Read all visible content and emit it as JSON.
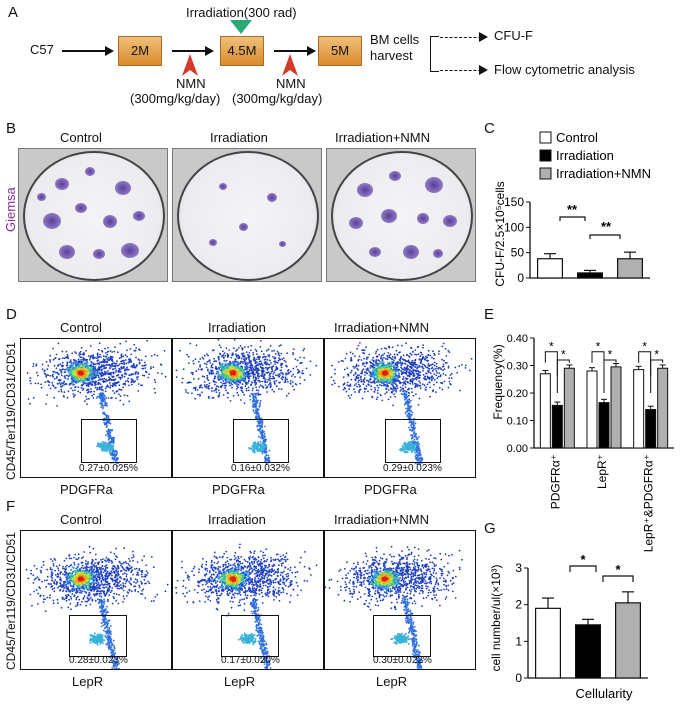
{
  "panels": {
    "A": "A",
    "B": "B",
    "C": "C",
    "D": "D",
    "E": "E",
    "F": "F",
    "G": "G"
  },
  "schema": {
    "strain": "C57",
    "steps": [
      "2M",
      "4.5M",
      "5M"
    ],
    "irradiation": "Irradiation(300 rad)",
    "nmn_label": "NMN",
    "nmn_dose": "(300mg/kg/day)",
    "harvest": [
      "BM cells",
      "harvest"
    ],
    "outcomes": [
      "CFU-F",
      "Flow cytometric analysis"
    ]
  },
  "groups": [
    "Control",
    "Irradiation",
    "Irradiation+NMN"
  ],
  "stain": "Giemsa",
  "colors": {
    "control": "#ffffff",
    "irradiation": "#000000",
    "nmn": "#b0b0b0",
    "nmn_arrow": "#d23a2a",
    "irr_arrow": "#2aa876",
    "stain": "#8b2c9a"
  },
  "flow_d": {
    "ylabel": "CD45/Ter119/CD31/CD51",
    "xlabel": "PDGFRa",
    "percents": [
      "0.27±0.025%",
      "0.16±0.032%",
      "0.29±0.023%"
    ]
  },
  "flow_f": {
    "ylabel": "CD45/Ter119/CD31/CD51",
    "xlabel": "LepR",
    "percents": [
      "0.28±0.023%",
      "0.17±0.020%",
      "0.30±0.022%"
    ]
  },
  "chart_data": [
    {
      "type": "bar",
      "panel": "C",
      "categories": [
        "Control",
        "Irradiation",
        "Irradiation+NMN"
      ],
      "values": [
        38,
        10,
        38
      ],
      "errors": [
        10,
        5,
        13
      ],
      "ylabel": "CFU-F/2.5×10⁵cells",
      "ylim": [
        0,
        150
      ],
      "yticks": [
        "0",
        "50",
        "100",
        "150"
      ],
      "significance": [
        "**",
        "**"
      ],
      "legend": [
        "Control",
        "Irradiation",
        "Irradiation+NMN"
      ]
    },
    {
      "type": "bar",
      "panel": "E",
      "categories": [
        "PDGFRα⁺",
        "LepR⁺",
        "LepR⁺&PDGFRα⁺"
      ],
      "series": [
        {
          "name": "Control",
          "values": [
            0.27,
            0.28,
            0.285
          ]
        },
        {
          "name": "Irradiation",
          "values": [
            0.155,
            0.165,
            0.14
          ]
        },
        {
          "name": "Irradiation+NMN",
          "values": [
            0.29,
            0.295,
            0.29
          ]
        }
      ],
      "ylabel": "Frequency(%)",
      "ylim": [
        0,
        0.4
      ],
      "yticks": [
        "0.00",
        "0.10",
        "0.20",
        "0.30",
        "0.40"
      ],
      "significance": [
        "*",
        "*"
      ]
    },
    {
      "type": "bar",
      "panel": "G",
      "categories": [
        "Control",
        "Irradiation",
        "Irradiation+NMN"
      ],
      "values": [
        1.9,
        1.45,
        2.05
      ],
      "errors": [
        0.28,
        0.15,
        0.3
      ],
      "ylabel": "cell number/ul(×10³)",
      "xlabel": "Cellularity",
      "ylim": [
        0,
        3
      ],
      "yticks": [
        "0",
        "1",
        "2",
        "3"
      ],
      "significance": [
        "*",
        "*"
      ]
    }
  ]
}
